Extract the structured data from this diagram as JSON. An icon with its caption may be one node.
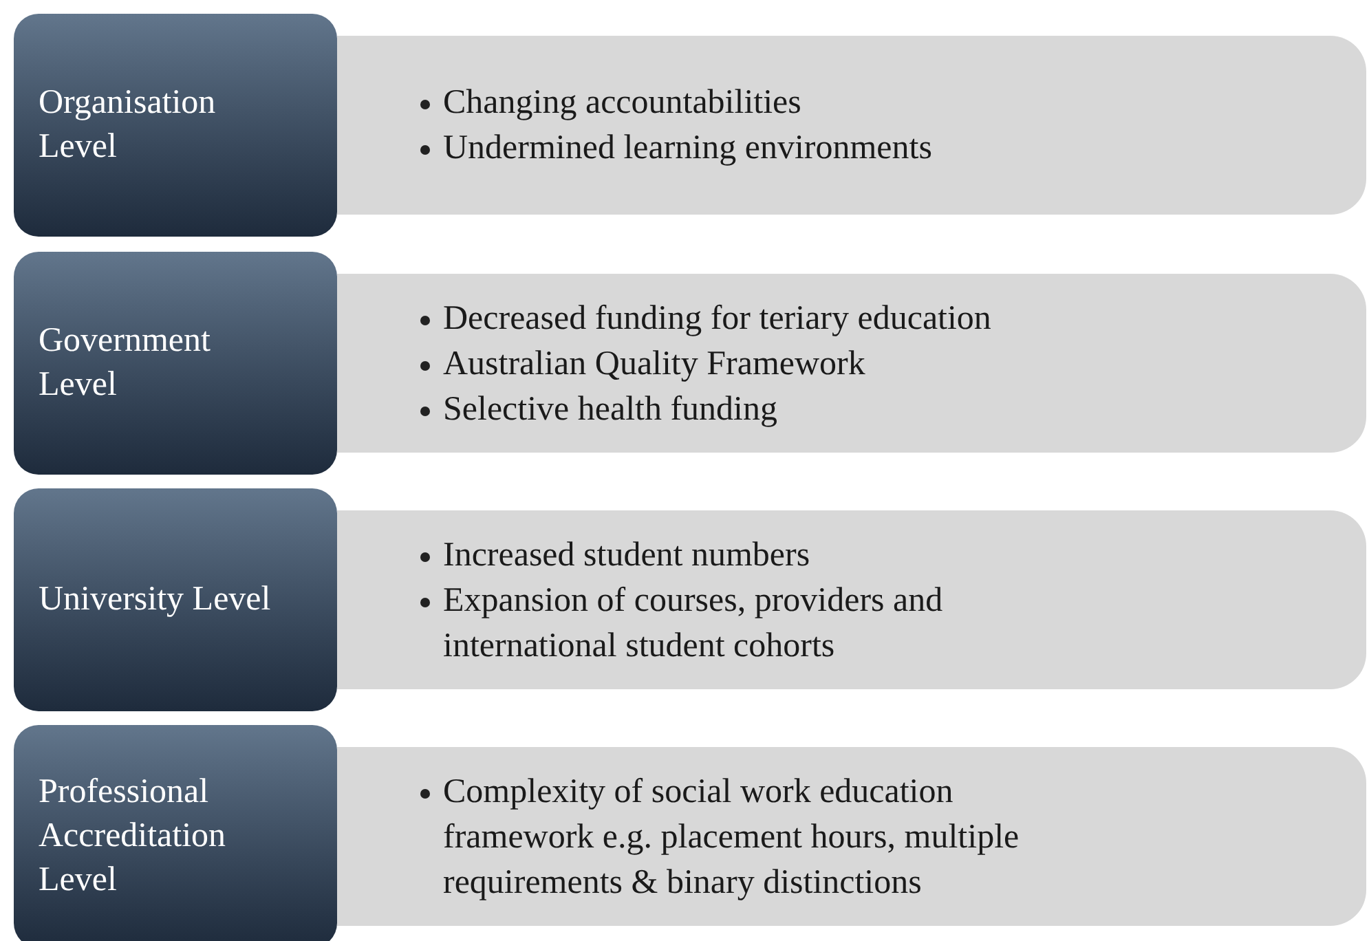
{
  "diagram": {
    "nodes": [
      {
        "text": [
          "Organisation Level"
        ]
      },
      {
        "text": [
          "Changing accountabilities",
          "Undermined learning environments"
        ]
      },
      {
        "text": [
          "Government Level"
        ]
      },
      {
        "text": [
          "Decreased funding for teriary education",
          "Australian Quality Framework",
          "Selective health funding"
        ]
      },
      {
        "text": [
          "University Level"
        ]
      },
      {
        "text": [
          "Increased student numbers",
          "Expansion of courses, providers and international student cohorts"
        ]
      },
      {
        "text": [
          "Professional Accreditation Level"
        ]
      },
      {
        "text": [
          "Complexity of social work education framework e.g. placement hours, multiple requirements & binary distinctions"
        ]
      }
    ]
  }
}
